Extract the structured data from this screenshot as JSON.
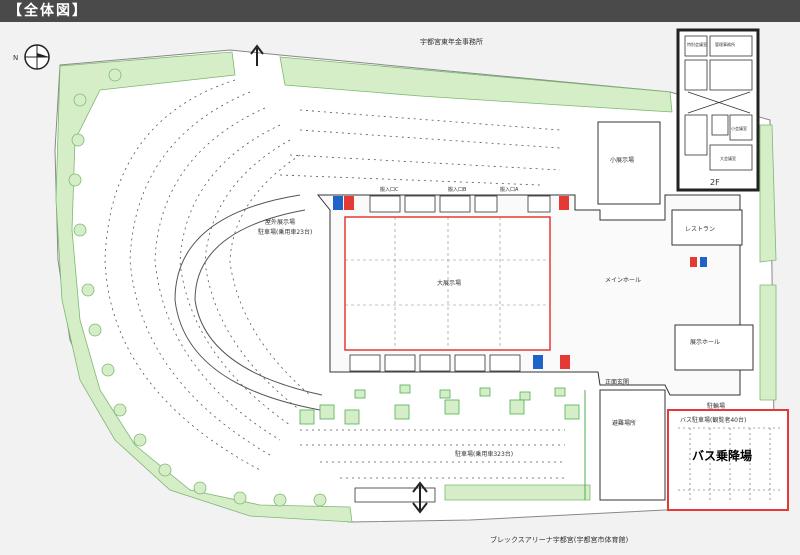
{
  "header": {
    "title": "【全体図】"
  },
  "map": {
    "top_road_label": "宇都宮東年金事務所",
    "bottom_road_label": "ブレックスアリーナ宇都宮(宇都宮市体育館)",
    "compass": "N",
    "outdoor_hall": "屋外展示場",
    "parking_main": "駐車場(乗用車323台)",
    "parking_ring": "駐車場(乗用車23台)",
    "main_hall": "大展示場",
    "small_hall": "小展示場",
    "restaurant": "レストラン",
    "main_lobby": "メインホール",
    "exhibit_hall": "展示ホール",
    "entrance": "正面玄関",
    "shelter": "避難場所",
    "bicycle": "駐輪場",
    "bus_parking": "バス駐車場(観覧者40台)",
    "bus_stop": "バス乗降場",
    "gate_labels": [
      "搬入口C",
      "搬入口B",
      "搬入口A"
    ],
    "floor2": {
      "label": "2F",
      "rooms": [
        "特別会議室",
        "管理事務所",
        "小会議室",
        "大会議室"
      ]
    }
  },
  "colors": {
    "green": "#d6eec8",
    "green_line": "#4caf50",
    "red": "#e53935",
    "blue": "#1e63c8",
    "dark": "#4a4a4a"
  }
}
